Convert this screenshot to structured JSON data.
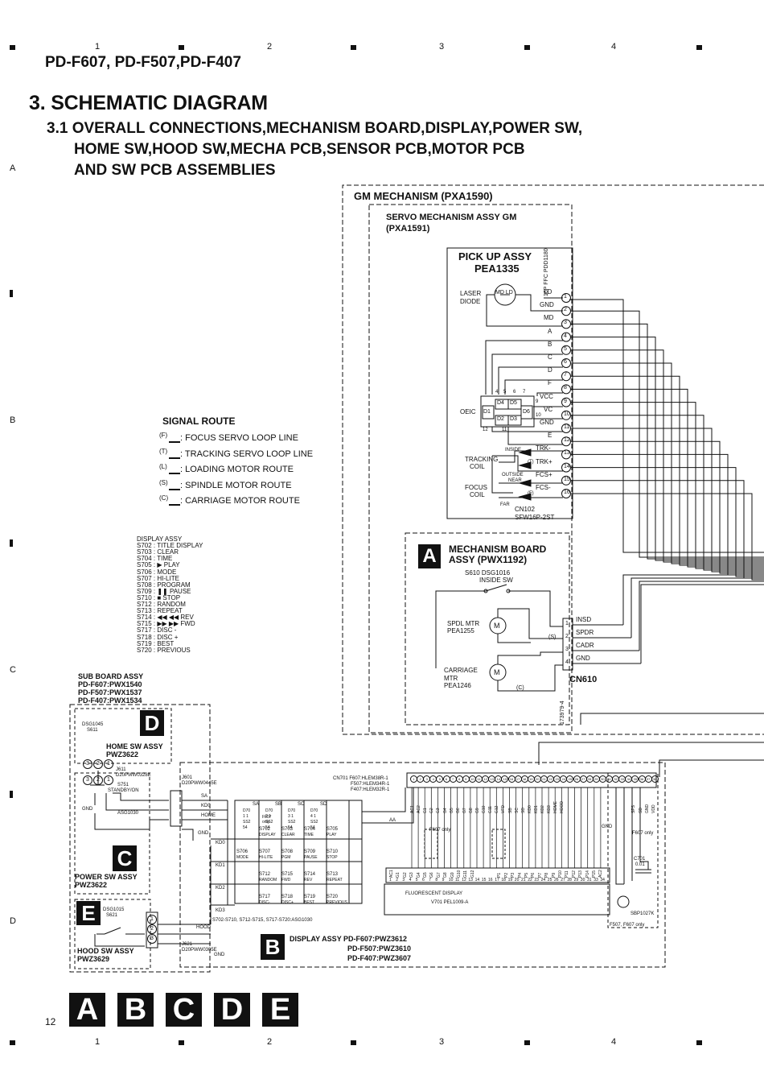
{
  "grid": {
    "columns": [
      "1",
      "2",
      "3",
      "4"
    ],
    "rows": [
      "A",
      "B",
      "C",
      "D"
    ]
  },
  "page_number": "12",
  "header": {
    "models": "PD-F607, PD-F507,PD-F407"
  },
  "title": "3. SCHEMATIC DIAGRAM",
  "subtitle": {
    "line1": "3.1 OVERALL CONNECTIONS,MECHANISM BOARD,DISPLAY,POWER SW,",
    "line2": "HOME SW,HOOD SW,MECHA PCB,SENSOR PCB,MOTOR PCB",
    "line3": "AND SW PCB ASSEMBLIES"
  },
  "gm_mechanism": {
    "label": "GM MECHANISM (PXA1590)"
  },
  "servo_mechanism": {
    "label1": "SERVO MECHANISM ASSY GM",
    "label2": "(PXA1591)"
  },
  "pickup": {
    "title1": "PICK UP ASSY",
    "title2": "PEA1335",
    "laser1": "LASER",
    "laser2": "DIODE",
    "md_ld": "MD LD",
    "oeic": "OEIC",
    "cells": [
      "D4",
      "D5",
      "D6",
      "D1",
      "D2",
      "D3"
    ],
    "pin_nums": [
      "4",
      "5",
      "6",
      "7",
      "8",
      "9",
      "10",
      "12",
      "11"
    ],
    "tracking1": "TRACKING",
    "tracking2": "COIL",
    "focus1": "FOCUS",
    "focus2": "COIL",
    "inside": "INSIDE",
    "outside": "OUTSIDE",
    "near": "NEAR",
    "far": "FAR",
    "t_mark": "(T)",
    "f_mark": "(F)",
    "cn102_1": "CN102",
    "cn102_2": "SFW16P-2ST",
    "ffc": "16P FFC PDD1180"
  },
  "cn102_pins": [
    {
      "n": "1",
      "label": "LD"
    },
    {
      "n": "2",
      "label": "GND"
    },
    {
      "n": "3",
      "label": "MD"
    },
    {
      "n": "4",
      "label": "A"
    },
    {
      "n": "5",
      "label": "B"
    },
    {
      "n": "6",
      "label": "C"
    },
    {
      "n": "7",
      "label": "D"
    },
    {
      "n": "8",
      "label": "F"
    },
    {
      "n": "9",
      "label": "VCC"
    },
    {
      "n": "10",
      "label": "VC"
    },
    {
      "n": "11",
      "label": "GND"
    },
    {
      "n": "12",
      "label": "E"
    },
    {
      "n": "13",
      "label": "TRK-"
    },
    {
      "n": "14",
      "label": "TRK+"
    },
    {
      "n": "15",
      "label": "FCS+"
    },
    {
      "n": "16",
      "label": "FCS-"
    }
  ],
  "signal_route": {
    "title": "SIGNAL ROUTE",
    "items": [
      {
        "sym": "(F)",
        "text": ": FOCUS SERVO LOOP LINE"
      },
      {
        "sym": "(T)",
        "text": ": TRACKING SERVO LOOP LINE"
      },
      {
        "sym": "(L)",
        "text": ": LOADING MOTOR ROUTE"
      },
      {
        "sym": "(S)",
        "text": ": SPINDLE MOTOR ROUTE"
      },
      {
        "sym": "(C)",
        "text": ": CARRIAGE MOTOR ROUTE"
      }
    ]
  },
  "display_keys": [
    "DISPLAY ASSY",
    "S702 : TITLE DISPLAY",
    "S703 : CLEAR",
    "S704 : TIME",
    "S705 : ▶ PLAY",
    "S706 : MODE",
    "S707 : HI-LITE",
    "S708 : PROGRAM",
    "S709 : ❚❚ PAUSE",
    "S710 : ■ STOP",
    "S712 : RANDOM",
    "S713 : REPEAT",
    "S714 : ◀◀ ◀◀ REV",
    "S715 : ▶▶ ▶▶ FWD",
    "S717 : DISC -",
    "S718 : DISC +",
    "S719 : BEST",
    "S720 : PREVIOUS"
  ],
  "mech_board": {
    "letter": "A",
    "title1": "MECHANISM BOARD",
    "title2": "ASSY (PWX1192)",
    "s610": "S610  DSG1016",
    "inside_sw": "INSIDE SW",
    "spdl1": "SPDL MTR",
    "spdl2": "PEA1255",
    "s_mark": "(S)",
    "carr1": "CARRIAGE",
    "carr2": "MTR",
    "carr3": "PEA1246",
    "c_mark": "(C)",
    "cn610": "CN610",
    "vert_id": "173979-4",
    "m": "M",
    "pins": [
      {
        "n": "1",
        "label": "INSD"
      },
      {
        "n": "2",
        "label": "SPDR"
      },
      {
        "n": "3",
        "label": "CADR"
      },
      {
        "n": "4",
        "label": "GND"
      }
    ]
  },
  "sub_board": {
    "title": "SUB BOARD ASSY",
    "l1": "PD-F607:PWX1540",
    "l2": "PD-F507:PWX1537",
    "l3": "PD-F407:PWX1534"
  },
  "home_sw": {
    "letter": "D",
    "dsg": "DSG1045",
    "s611": "S611",
    "title1": "HOME SW ASSY",
    "title2": "PWZ3622",
    "pins": [
      "3",
      "2",
      "1"
    ]
  },
  "power_sw": {
    "letter": "C",
    "j611": "J611",
    "conn": "D20PWW0328E",
    "s751": "S751",
    "standby": "STANDBY/ON",
    "asg": "ASG1030",
    "gnd": "GND",
    "title1": "POWER SW ASSY",
    "title2": "PWZ3622",
    "pins": [
      "3",
      "2",
      "1"
    ]
  },
  "hood_sw": {
    "letter": "E",
    "dsg": "DSG1015",
    "s621": "S621",
    "title1": "HOOD SW ASSY",
    "title2": "PWZ3629",
    "j621": "J621",
    "conn": "D20PWW0305E",
    "gnd": "GND",
    "hood": "HOOD",
    "pins": [
      "1",
      "2",
      "3"
    ]
  },
  "display_assy": {
    "letter": "B",
    "title1": "DISPLAY ASSY PD-F607:PWZ3612",
    "title2": "PD-F507:PWZ3610",
    "title3": "PD-F407:PWZ3607",
    "j601": "J601",
    "conn": "D20PWW0445E",
    "cn701_l1": "CN701 F607:HLEM38R-1",
    "cn701_l2": "F507:HLEM34R-1",
    "cn701_l3": "F407:HLEM32R-1",
    "lines_left": [
      "SA",
      "KD0",
      "HOME",
      "GND"
    ],
    "kd": [
      "KD0",
      "KD1",
      "KD2",
      "KD3"
    ],
    "sa_labels": [
      "SA",
      "SB",
      "SC",
      "SD"
    ],
    "col_diodes": [
      "D701 1SS254",
      "D702 1SS254",
      "D703 1SS254",
      "D704 1SS254"
    ],
    "f607_only": "F607 only",
    "keys": [
      {
        "id": "S702",
        "name": "DISPLAY"
      },
      {
        "id": "S703",
        "name": "CLEAR"
      },
      {
        "id": "S704",
        "name": "TIME"
      },
      {
        "id": "S705",
        "name": "PLAY"
      },
      {
        "id": "S706",
        "name": "MODE"
      },
      {
        "id": "S707",
        "name": "HI-LITE"
      },
      {
        "id": "S708",
        "name": "PGM"
      },
      {
        "id": "S709",
        "name": "PAUSE"
      },
      {
        "id": "S710",
        "name": "STOP"
      },
      {
        "id": "S712",
        "name": "RANDOM"
      },
      {
        "id": "S715",
        "name": "FWD"
      },
      {
        "id": "S714",
        "name": "REV"
      },
      {
        "id": "S713",
        "name": "REPEAT"
      },
      {
        "id": "S717",
        "name": "DISC-"
      },
      {
        "id": "S718",
        "name": "DISC+"
      },
      {
        "id": "S719",
        "name": "BEST"
      },
      {
        "id": "S720",
        "name": "PREVIOUS"
      }
    ],
    "switch_note": "S702-S710, S712-S715, S717-S720:ASG1030",
    "aa": "AA",
    "fl_title": "FLUORESCENT DISPLAY",
    "v701": "V701    PEL1009-A",
    "f607_only2": "F607 only",
    "gnd": "GND",
    "c701": "C701",
    "c701_val": "0.01",
    "ir": "SBP1027K",
    "ir_note": "F507, F607 only",
    "top_pins": [
      "1",
      "2",
      "3",
      "4",
      "5",
      "6",
      "7",
      "8",
      "9",
      "10",
      "11",
      "12",
      "13",
      "14",
      "15",
      "16",
      "17",
      "18",
      "19",
      "20",
      "21",
      "22",
      "23",
      "24",
      "25",
      "26",
      "27",
      "28",
      "29",
      "30",
      "31",
      "32",
      "33",
      "34",
      "35",
      "36",
      "37",
      "38"
    ],
    "top_labels": [
      "AC1",
      "AC2",
      "G1",
      "G2",
      "G3",
      "G4",
      "G5",
      "G6",
      "G7",
      "G8",
      "G9",
      "G10",
      "G11",
      "G12",
      "VFD",
      "SB",
      "SC",
      "SD",
      "KD0",
      "KD1",
      "KD2",
      "KD3",
      "HOME",
      "HOOD",
      "",
      "",
      "",
      "",
      "",
      "",
      "",
      "",
      "",
      "",
      "SPS",
      "SD",
      "GND",
      "VDD"
    ],
    "bot_pins": [
      "1",
      "2",
      "3",
      "4",
      "5",
      "6",
      "7",
      "8",
      "9",
      "10",
      "11",
      "12",
      "13",
      "14",
      "15",
      "16",
      "17",
      "18",
      "19",
      "20",
      "21",
      "22",
      "23",
      "24",
      "25",
      "26",
      "27",
      "28",
      "29",
      "30",
      "31",
      "33",
      "34"
    ],
    "fl_labels": [
      "AC1",
      "G1",
      "G2",
      "G3",
      "G4",
      "G5",
      "G6",
      "G7",
      "G8",
      "G9",
      "G10",
      "G11",
      "G12",
      "",
      "",
      "",
      "P1",
      "P2",
      "P3",
      "P4",
      "P5",
      "P6",
      "P7",
      "P8",
      "P9",
      "P10",
      "P11",
      "P12",
      "P13",
      "P14",
      "P15",
      "AC2"
    ]
  },
  "bottom_letters": [
    "A",
    "B",
    "C",
    "D",
    "E"
  ]
}
